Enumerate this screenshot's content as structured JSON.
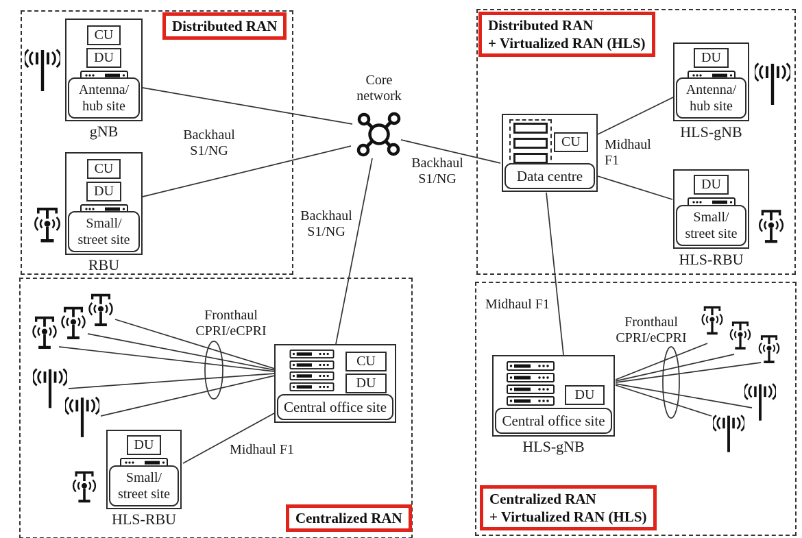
{
  "panels": {
    "tl": {
      "title": "Distributed RAN"
    },
    "tr": {
      "title1": "Distributed RAN",
      "title2": "+ Virtualized RAN (HLS)"
    },
    "bl": {
      "title": "Centralized RAN"
    },
    "br": {
      "title1": "Centralized RAN",
      "title2": "+ Virtualized RAN (HLS)"
    }
  },
  "core": {
    "l1": "Core",
    "l2": "network"
  },
  "links": {
    "backhaul_tl": {
      "l1": "Backhaul",
      "l2": "S1/NG"
    },
    "backhaul_r": {
      "l1": "Backhaul",
      "l2": "S1/NG"
    },
    "backhaul_dl": {
      "l1": "Backhaul",
      "l2": "S1/NG"
    },
    "midhaul_tr": {
      "l1": "Midhaul",
      "l2": "F1"
    },
    "midhaul_bl": "Midhaul F1",
    "midhaul_br": "Midhaul F1",
    "fronthaul_bl": {
      "l1": "Fronthaul",
      "l2": "CPRI/eCPRI"
    },
    "fronthaul_br": {
      "l1": "Fronthaul",
      "l2": "CPRI/eCPRI"
    }
  },
  "nodes": {
    "gnb": {
      "cu": "CU",
      "du": "DU",
      "site1": "Antenna/",
      "site2": "hub site",
      "label": "gNB"
    },
    "rbu": {
      "cu": "CU",
      "du": "DU",
      "site1": "Small/",
      "site2": "street site",
      "label": "RBU"
    },
    "datacentre": {
      "cu": "CU",
      "site": "Data centre"
    },
    "hls_gnb_tr": {
      "du": "DU",
      "site1": "Antenna/",
      "site2": "hub site",
      "label": "HLS-gNB"
    },
    "hls_rbu_tr": {
      "du": "DU",
      "site1": "Small/",
      "site2": "street site",
      "label": "HLS-RBU"
    },
    "co_bl": {
      "cu": "CU",
      "du": "DU",
      "site": "Central office site"
    },
    "hls_rbu_bl": {
      "du": "DU",
      "site1": "Small/",
      "site2": "street site",
      "label": "HLS-RBU"
    },
    "co_br": {
      "du": "DU",
      "site": "Central office site",
      "label": "HLS-gNB"
    }
  },
  "colors": {
    "accent_red": "#e0241b",
    "ink": "#1c1c1c"
  }
}
